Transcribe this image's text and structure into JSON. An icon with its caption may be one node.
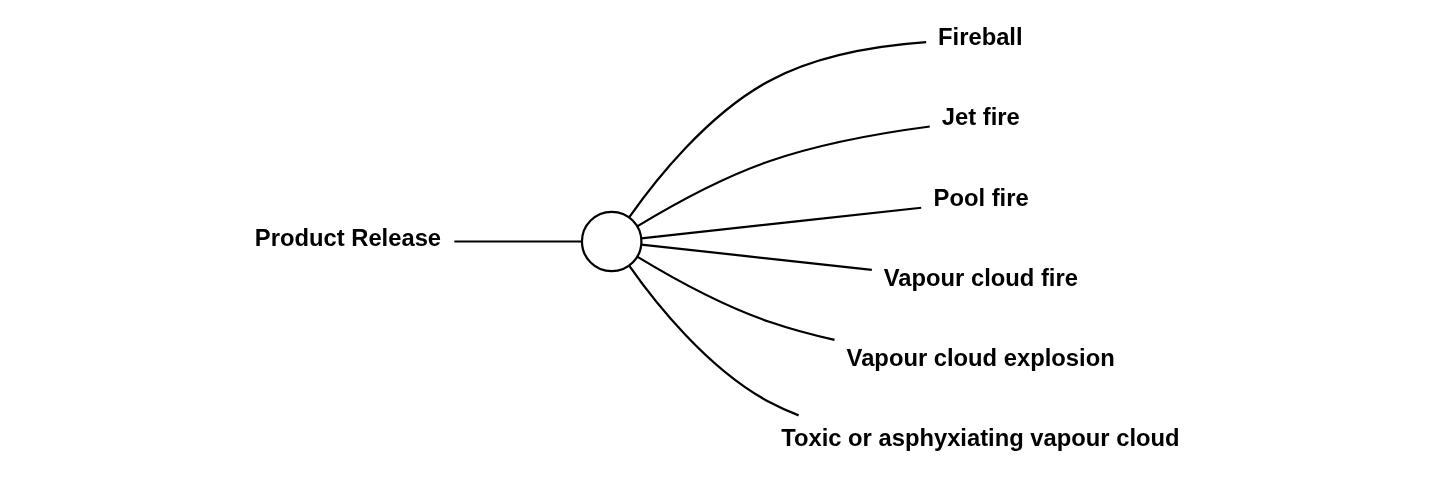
{
  "diagram": {
    "nodes": [
      {
        "text": [
          "Product Release"
        ]
      },
      {
        "text": [],
        "shape": "circle"
      },
      {
        "text": [
          "Fireball"
        ]
      },
      {
        "text": [
          "Jet fire"
        ]
      },
      {
        "text": [
          "Pool fire"
        ]
      },
      {
        "text": [
          "Vapour cloud fire"
        ]
      },
      {
        "text": [
          "Vapour cloud explosion"
        ]
      },
      {
        "text": [
          "Toxic or asphyxiating vapour cloud"
        ]
      }
    ],
    "edges": [
      {
        "from": 0,
        "to": 1,
        "arrow": "none"
      },
      {
        "from": 1,
        "to": 2,
        "arrow": "none"
      },
      {
        "from": 1,
        "to": 3,
        "arrow": "none"
      },
      {
        "from": 1,
        "to": 4,
        "arrow": "none"
      },
      {
        "from": 1,
        "to": 5,
        "arrow": "none"
      },
      {
        "from": 1,
        "to": 6,
        "arrow": "none"
      },
      {
        "from": 1,
        "to": 7,
        "arrow": "none"
      }
    ]
  }
}
